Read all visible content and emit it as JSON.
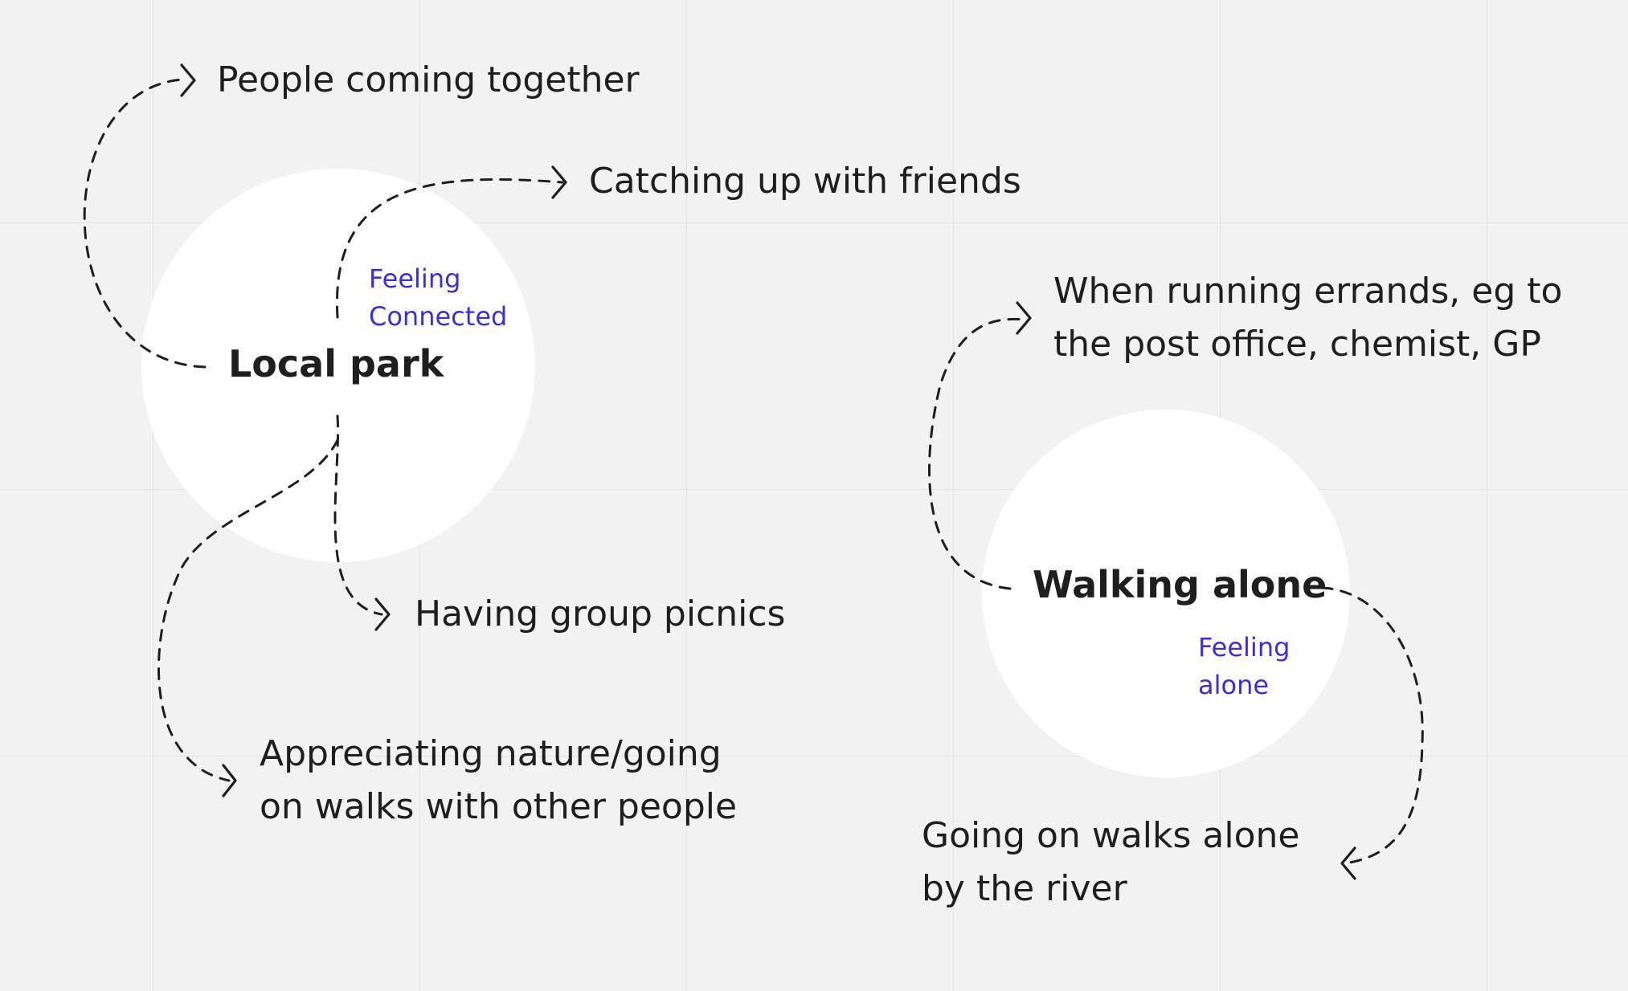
{
  "colors": {
    "background": "#f2f2f2",
    "grid": "#e4e4e4",
    "circle": "#ffffff",
    "text": "#1e1e1e",
    "tag": "#3b2fd6",
    "arrow": "#1e1e1e"
  },
  "hubs": {
    "park": {
      "title": "Local park",
      "tag_line1": "Feeling",
      "tag_line2": "Connected"
    },
    "alone": {
      "title": "Walking alone",
      "tag_line1": "Feeling",
      "tag_line2": "alone"
    }
  },
  "park_items": [
    {
      "lines": [
        "People coming together"
      ]
    },
    {
      "lines": [
        "Catching up with friends"
      ]
    },
    {
      "lines": [
        "Having group picnics"
      ]
    },
    {
      "lines": [
        "Appreciating nature/going",
        "on walks with other people"
      ]
    }
  ],
  "alone_items": [
    {
      "lines": [
        "When running errands, eg to",
        "the post office, chemist, GP"
      ]
    },
    {
      "lines": [
        "Going on walks alone",
        "by the river"
      ]
    }
  ],
  "icons": [
    "dashed-arrow-icon"
  ]
}
